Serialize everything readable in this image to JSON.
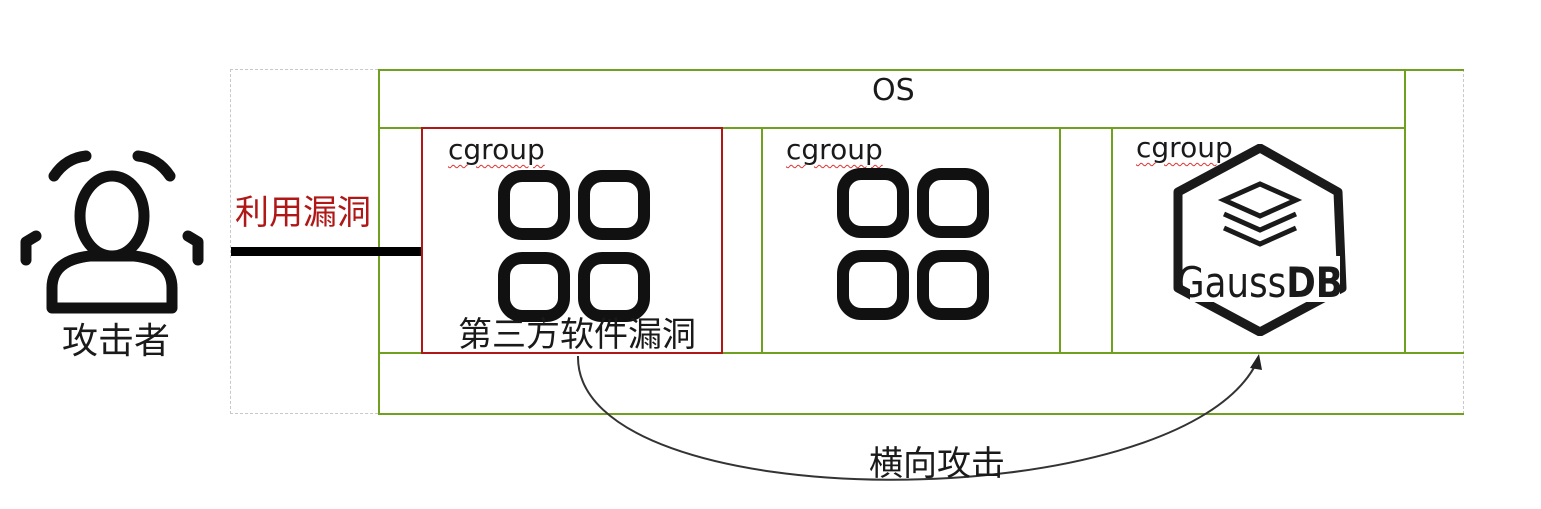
{
  "attacker": {
    "label": "攻击者",
    "icon": "user-scan-icon"
  },
  "exploit_label": "利用漏洞",
  "os_label": "OS",
  "cgroups": [
    {
      "label": "cgroup",
      "icon": "apps-grid-icon",
      "caption": "第三方软件漏洞"
    },
    {
      "label": "cgroup",
      "icon": "apps-grid-icon"
    },
    {
      "label": "cgroup",
      "icon": "gaussdb-logo",
      "logo_text": "GaussDB"
    }
  ],
  "lateral_label": "横向攻击",
  "colors": {
    "container_border": "#70a020",
    "compromised_border": "#b01818",
    "exploit_text": "#b01818"
  }
}
